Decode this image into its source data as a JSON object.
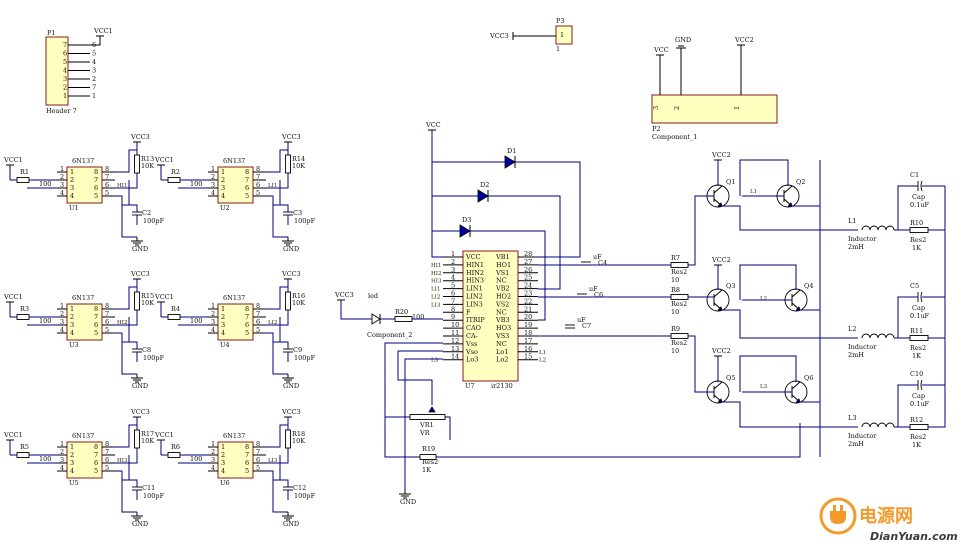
{
  "colors": {
    "wire": "#000080",
    "component_fill": "#ffffc0",
    "component_border": "#8b1a1a",
    "diode": "#0000a0",
    "watermark": "#f39a2b"
  },
  "connectors": {
    "p1": {
      "ref": "P1",
      "name": "Header 7",
      "pins": [
        "7",
        "6",
        "5",
        "4",
        "3",
        "2",
        "1"
      ],
      "pins_side": [
        "6",
        "5",
        "4",
        "3",
        "2",
        "7",
        "1"
      ],
      "vcc": "VCC1"
    },
    "p3": {
      "ref": "P3",
      "pin": "1",
      "pin_below": "1",
      "net": "VCC3"
    },
    "p2": {
      "ref": "P2",
      "name": "Component_1",
      "pins": [
        "3",
        "2",
        "1"
      ],
      "nets": [
        "VCC",
        "GND",
        "VCC2"
      ]
    }
  },
  "optos": [
    {
      "ref": "U1",
      "part": "6N137",
      "r_in": "R1",
      "r_in_val": "100",
      "r_pull": "R13",
      "r_pull_val": "10K",
      "cap": "C2",
      "cap_val": "100pF",
      "out": "HI1",
      "vcc_in": "VCC1",
      "vcc_out": "VCC3"
    },
    {
      "ref": "U2",
      "part": "6N137",
      "r_in": "R2",
      "r_in_val": "100",
      "r_pull": "R14",
      "r_pull_val": "10K",
      "cap": "C3",
      "cap_val": "100pF",
      "out": "LI1",
      "vcc_in": "VCC1",
      "vcc_out": "VCC3"
    },
    {
      "ref": "U3",
      "part": "6N137",
      "r_in": "R3",
      "r_in_val": "100",
      "r_pull": "R15",
      "r_pull_val": "10K",
      "cap": "C8",
      "cap_val": "100pF",
      "out": "HI2",
      "vcc_in": "VCC1",
      "vcc_out": "VCC3"
    },
    {
      "ref": "U4",
      "part": "6N137",
      "r_in": "R4",
      "r_in_val": "100",
      "r_pull": "R16",
      "r_pull_val": "10K",
      "cap": "C9",
      "cap_val": "100pF",
      "out": "LI2",
      "vcc_in": "VCC1",
      "vcc_out": "VCC3"
    },
    {
      "ref": "U5",
      "part": "6N137",
      "r_in": "R5",
      "r_in_val": "100",
      "r_pull": "R17",
      "r_pull_val": "10K",
      "cap": "C11",
      "cap_val": "100pF",
      "out": "HI3",
      "vcc_in": "VCC1",
      "vcc_out": "VCC3"
    },
    {
      "ref": "U6",
      "part": "6N137",
      "r_in": "R6",
      "r_in_val": "100",
      "r_pull": "R18",
      "r_pull_val": "10K",
      "cap": "C12",
      "cap_val": "100pF",
      "out": "LI3",
      "vcc_in": "VCC1",
      "vcc_out": "VCC3"
    }
  ],
  "opto_pins": {
    "left": [
      "1",
      "2",
      "3",
      "4"
    ],
    "right": [
      "8",
      "7",
      "6",
      "5"
    ]
  },
  "gnd": "GND",
  "driver": {
    "ref": "U7",
    "part": "ir2130",
    "left_pins": [
      {
        "num": "1",
        "name": "VCC",
        "net": ""
      },
      {
        "num": "2",
        "name": "HIN1",
        "net": "HI1"
      },
      {
        "num": "3",
        "name": "HIN2",
        "net": "HI2"
      },
      {
        "num": "4",
        "name": "HIN3",
        "net": "HI3"
      },
      {
        "num": "5",
        "name": "LIN1",
        "net": "LI1"
      },
      {
        "num": "6",
        "name": "LIN2",
        "net": "LI2"
      },
      {
        "num": "7",
        "name": "LIN3",
        "net": "LI3"
      },
      {
        "num": "8",
        "name": "F",
        "net": ""
      },
      {
        "num": "9",
        "name": "ITRIP",
        "net": ""
      },
      {
        "num": "10",
        "name": "CAO",
        "net": ""
      },
      {
        "num": "11",
        "name": "CA-",
        "net": ""
      },
      {
        "num": "12",
        "name": "Vss",
        "net": ""
      },
      {
        "num": "13",
        "name": "Vso",
        "net": ""
      },
      {
        "num": "14",
        "name": "Lo3",
        "net": "L3"
      }
    ],
    "right_pins": [
      {
        "num": "28",
        "name": "VB1"
      },
      {
        "num": "27",
        "name": "HO1"
      },
      {
        "num": "26",
        "name": "VS1"
      },
      {
        "num": "25",
        "name": "NC"
      },
      {
        "num": "24",
        "name": "VB2"
      },
      {
        "num": "23",
        "name": "HO2"
      },
      {
        "num": "22",
        "name": "VS2"
      },
      {
        "num": "21",
        "name": "NC"
      },
      {
        "num": "20",
        "name": "VB3"
      },
      {
        "num": "19",
        "name": "HO3"
      },
      {
        "num": "18",
        "name": "VS3"
      },
      {
        "num": "17",
        "name": "NC"
      },
      {
        "num": "16",
        "name": "Lo1",
        "net": "L1"
      },
      {
        "num": "15",
        "name": "Lo2",
        "net": "L2"
      }
    ]
  },
  "diodes": [
    "D1",
    "D2",
    "D3"
  ],
  "caps_boot": [
    {
      "ref": "C4",
      "val": "uF"
    },
    {
      "ref": "C6",
      "val": "uF"
    },
    {
      "ref": "C7",
      "val": "uF"
    }
  ],
  "gate_res": [
    {
      "ref": "R7",
      "val": "Res2",
      "v2": "10"
    },
    {
      "ref": "R8",
      "val": "Res2",
      "v2": "10"
    },
    {
      "ref": "R9",
      "val": "Res2",
      "v2": "10"
    }
  ],
  "transistors": [
    "Q1",
    "Q2",
    "Q3",
    "Q4",
    "Q5",
    "Q6"
  ],
  "q_labels": {
    "l1": "L1",
    "l2": "L2",
    "l3": "L3"
  },
  "vcc": "VCC",
  "vcc2": "VCC2",
  "vcc3": "VCC3",
  "led": {
    "ref": "led",
    "name": "Component_2"
  },
  "r20": {
    "ref": "R20",
    "val": "100"
  },
  "vr": {
    "ref": "VR1",
    "name": "VR"
  },
  "r19": {
    "ref": "R19",
    "val": "Res2",
    "v2": "1K"
  },
  "outputs": [
    {
      "ind": "L1",
      "ind_name": "Inductor",
      "ind_val": "2mH",
      "cap": "C1",
      "cap_name": "Cap",
      "cap_val": "0.1uF",
      "res": "R10",
      "res_name": "Res2",
      "res_val": "1K"
    },
    {
      "ind": "L2",
      "ind_name": "Inductor",
      "ind_val": "2mH",
      "cap": "C5",
      "cap_name": "Cap",
      "cap_val": "0.1uF",
      "res": "R11",
      "res_name": "Res2",
      "res_val": "1K"
    },
    {
      "ind": "L3",
      "ind_name": "Inductor",
      "ind_val": "2mH",
      "cap": "C10",
      "cap_name": "Cap",
      "cap_val": "0.1uF",
      "res": "R12",
      "res_name": "Res2",
      "res_val": "1K"
    }
  ],
  "watermark": {
    "cn": "电源网",
    "url": "DianYuan.com"
  }
}
